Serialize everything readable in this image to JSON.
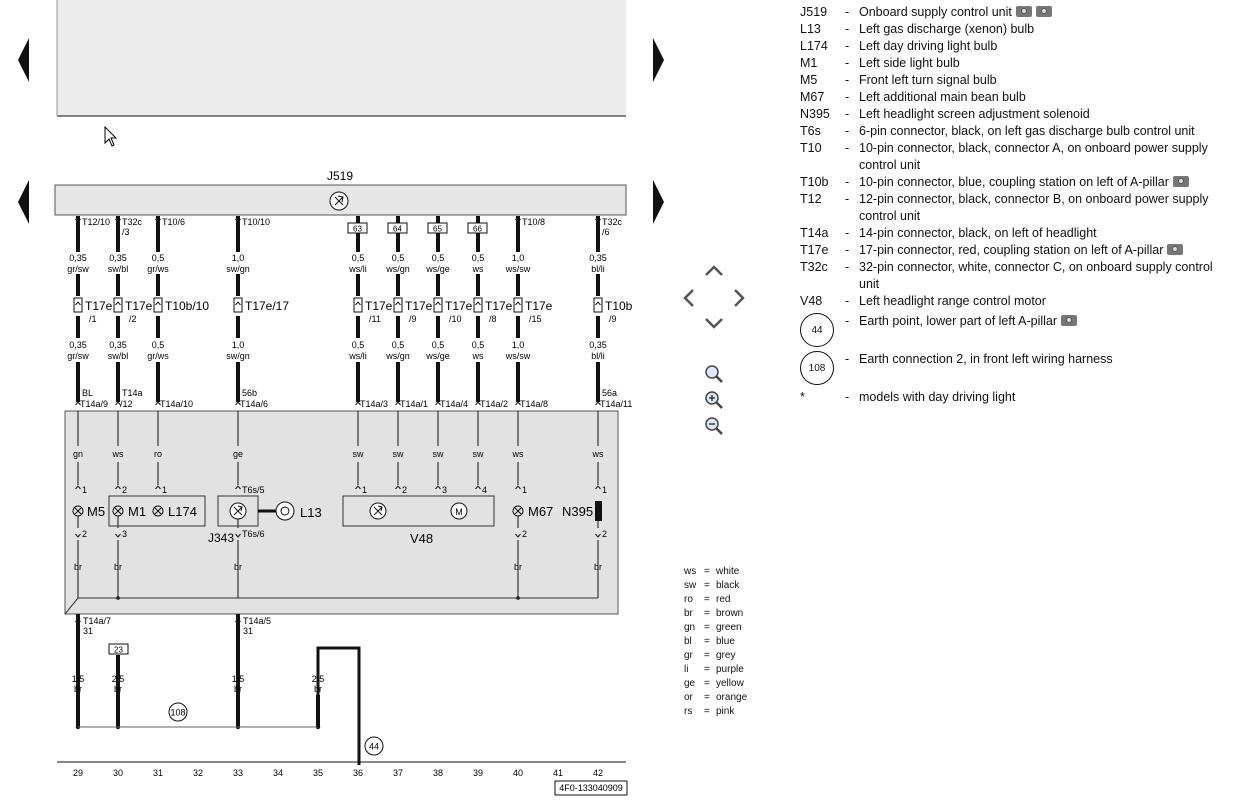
{
  "legend": [
    {
      "code": "J519",
      "desc": "Onboard supply control unit",
      "cams": 2
    },
    {
      "code": "L13",
      "desc": "Left gas discharge (xenon) bulb",
      "cams": 0
    },
    {
      "code": "L174",
      "desc": "Left day driving light bulb",
      "cams": 0
    },
    {
      "code": "M1",
      "desc": "Left side light bulb",
      "cams": 0
    },
    {
      "code": "M5",
      "desc": "Front left turn signal bulb",
      "cams": 0
    },
    {
      "code": "M67",
      "desc": "Left additional main bean bulb",
      "cams": 0
    },
    {
      "code": "N395",
      "desc": "Left headlight screen adjustment solenoid",
      "cams": 0
    },
    {
      "code": "T6s",
      "desc": "6-pin connector, black, on left gas discharge bulb control unit",
      "cams": 0
    },
    {
      "code": "T10",
      "desc": "10-pin connector, black, connector A, on onboard power supply control unit",
      "cams": 0
    },
    {
      "code": "T10b",
      "desc": "10-pin connector, blue, coupling station on left of A-pillar",
      "cams": 1
    },
    {
      "code": "T12",
      "desc": "12-pin connector, black, connector B, on onboard power supply control unit",
      "cams": 0
    },
    {
      "code": "T14a",
      "desc": "14-pin connector, black, on left of headlight",
      "cams": 0
    },
    {
      "code": "T17e",
      "desc": "17-pin connector, red, coupling station on left of A-pillar",
      "cams": 1
    },
    {
      "code": "T32c",
      "desc": "32-pin connector, white, connector C, on onboard supply control unit",
      "cams": 0
    },
    {
      "code": "V48",
      "desc": "Left headlight range control motor",
      "cams": 0
    }
  ],
  "legend_circles": [
    {
      "num": "44",
      "desc": "Earth point, lower part of left A-pillar",
      "cams": 1
    },
    {
      "num": "108",
      "desc": "Earth connection 2, in front left wiring harness",
      "cams": 0
    }
  ],
  "legend_star": {
    "code": "*",
    "desc": "models with day driving light"
  },
  "colour_key": [
    {
      "code": "ws",
      "name": "white"
    },
    {
      "code": "sw",
      "name": "black"
    },
    {
      "code": "ro",
      "name": "red"
    },
    {
      "code": "br",
      "name": "brown"
    },
    {
      "code": "gn",
      "name": "green"
    },
    {
      "code": "bl",
      "name": "blue"
    },
    {
      "code": "gr",
      "name": "grey"
    },
    {
      "code": "li",
      "name": "purple"
    },
    {
      "code": "ge",
      "name": "yellow"
    },
    {
      "code": "or",
      "name": "orange"
    },
    {
      "code": "rs",
      "name": "pink"
    }
  ],
  "diagram": {
    "unit_label": "J519",
    "drawing_id": "4F0-133040909",
    "track_numbers": [
      "29",
      "30",
      "31",
      "32",
      "33",
      "34",
      "35",
      "36",
      "37",
      "38",
      "39",
      "40",
      "41",
      "42"
    ],
    "top_pins": [
      {
        "pin": "T12/10",
        "size": "0,35",
        "col": "gr/sw",
        "conn": "T17e",
        "connsub": "/1",
        "size2": "0,35",
        "col2": "gr/sw",
        "tag": "BL",
        "lower": "T14a/9",
        "wire": "gn",
        "pinnum": "1"
      },
      {
        "pin": "T32c",
        "pinsub": "/3",
        "size": "0,35",
        "col": "sw/bl",
        "conn": "T17e",
        "connsub": "/2",
        "size2": "0,35",
        "col2": "sw/bl",
        "tag": "T14a",
        "lower": "/12",
        "wire": "ws",
        "pinnum": "2"
      },
      {
        "pin": "T10/6",
        "size": "0,5",
        "col": "gr/ws",
        "conn": "T10b/10",
        "connsub": "",
        "size2": "0,5",
        "col2": "gr/ws",
        "tag": "",
        "lower": "T14a/10",
        "wire": "ro",
        "pinnum": "1"
      },
      {
        "pin": "T10/10",
        "size": "1,0",
        "col": "sw/gn",
        "conn": "T17e/17",
        "connsub": "",
        "size2": "1,0",
        "col2": "sw/gn",
        "tag": "56b",
        "lower": "T14a/6",
        "wire": "ge",
        "pinnum": "T6s/5"
      },
      {
        "box": "63",
        "size": "0,5",
        "col": "ws/li",
        "conn": "T17e",
        "connsub": "/11",
        "size2": "0,5",
        "col2": "ws/li",
        "lower": "T14a/3",
        "wire": "sw",
        "pinnum": "1"
      },
      {
        "box": "64",
        "size": "0,5",
        "col": "ws/gn",
        "conn": "T17e",
        "connsub": "/9",
        "size2": "0,5",
        "col2": "ws/gn",
        "lower": "T14a/1",
        "wire": "sw",
        "pinnum": "2"
      },
      {
        "box": "65",
        "size": "0,5",
        "col": "ws/ge",
        "conn": "T17e",
        "connsub": "/10",
        "size2": "0,5",
        "col2": "ws/ge",
        "lower": "T14a/4",
        "wire": "sw",
        "pinnum": "3"
      },
      {
        "box": "66",
        "size": "0,5",
        "col": "ws",
        "conn": "T17e",
        "connsub": "/8",
        "size2": "0,5",
        "col2": "ws",
        "lower": "T14a/2",
        "wire": "sw",
        "pinnum": "4"
      },
      {
        "pin": "T10/8",
        "size": "1,0",
        "col": "ws/sw",
        "conn": "T17e",
        "connsub": "/15",
        "size2": "1,0",
        "col2": "ws/sw",
        "lower": "T14a/8",
        "wire": "ws",
        "pinnum": "1"
      },
      {
        "pin": "T32c",
        "pinsub": "/6",
        "size": "0,35",
        "col": "bl/li",
        "conn": "T10b",
        "connsub": "/9",
        "size2": "0,35",
        "col2": "bl/li",
        "tag": "56a",
        "lower": "T14a/11",
        "wire": "ws",
        "pinnum": "1"
      }
    ],
    "components": {
      "m5": "M5",
      "m1": "M1",
      "l174": "L174",
      "j343": "J343",
      "l13": "L13",
      "v48": "V48",
      "m67": "M67",
      "n395": "N395"
    },
    "pin_labels": {
      "m5_lo": "2",
      "m1_lo": "3",
      "j343_lo": "T6s/6",
      "m67_lo": "2",
      "n395_lo": "2"
    },
    "bottom_labels": {
      "t14a7": "T14a/7",
      "n31a": "31",
      "t14a5": "T14a/5",
      "n31b": "31",
      "box23": "23",
      "w29_size": "1,5",
      "w29_col": "br",
      "w30_size": "2,5",
      "w30_col": "br",
      "w33_size": "1,5",
      "w33_col": "br",
      "w35_size": "2,5",
      "w35_col": "br",
      "br_m5": "br",
      "br_m1": "br",
      "br_j": "br",
      "br_m67": "br",
      "br_n": "br",
      "earth108": "108",
      "earth44": "44"
    }
  }
}
